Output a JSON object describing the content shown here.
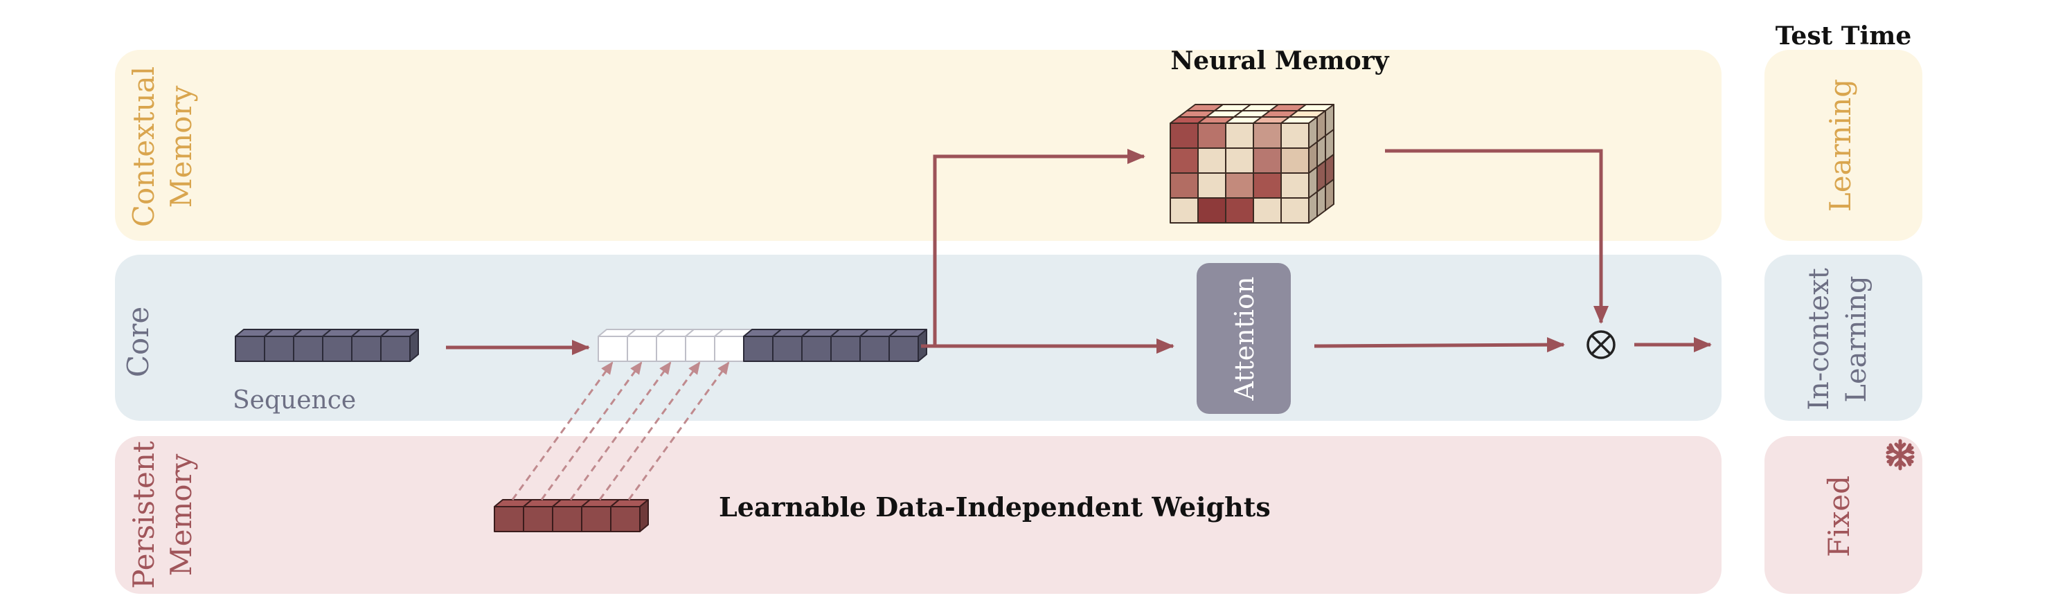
{
  "rows": {
    "contextual": {
      "label_line1": "Contextual",
      "label_line2": "Memory"
    },
    "core": {
      "label": "Core"
    },
    "persistent": {
      "label_line1": "Persistent",
      "label_line2": "Memory"
    }
  },
  "right_column": {
    "header": "Test Time",
    "contextual": "Learning",
    "core_line1": "In-context",
    "core_line2": "Learning",
    "persistent": "Fixed"
  },
  "neural_memory": {
    "label": "Neural Memory"
  },
  "sequence": {
    "label": "Sequence"
  },
  "attention": {
    "label": "Attention"
  },
  "weights": {
    "label": "Learnable Data-Independent Weights"
  },
  "operator": {
    "symbol": "⊗"
  },
  "icons": {
    "fixed": "snowflake-icon"
  },
  "colors": {
    "contextual_bg": "#fdf6e3",
    "contextual_text": "#d9a54e",
    "core_bg": "#e5edf1",
    "core_text": "#6d6f84",
    "persistent_bg": "#f5e4e5",
    "persistent_text": "#a0555a",
    "arrow": "#9c5258",
    "sequence_cube": "#626178",
    "weight_cube": "#8e4a4a",
    "attention_box": "#8e8c9e"
  }
}
